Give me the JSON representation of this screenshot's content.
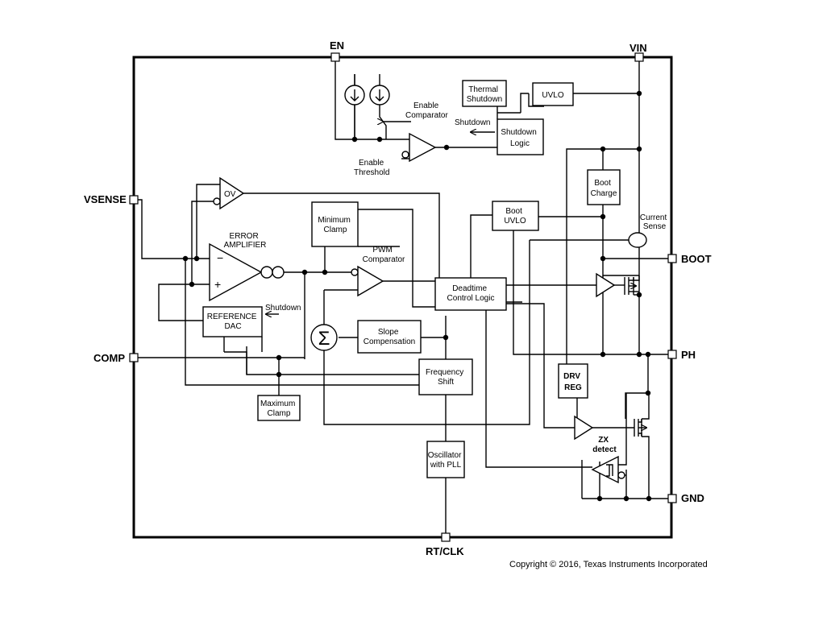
{
  "pins": {
    "en": "EN",
    "vin": "VIN",
    "vsense": "VSENSE",
    "comp": "COMP",
    "boot": "BOOT",
    "ph": "PH",
    "gnd": "GND",
    "rtclk": "RT/CLK"
  },
  "blocks": {
    "thermal_shutdown": [
      "Thermal",
      "Shutdown"
    ],
    "uvlo": "UVLO",
    "shutdown_logic": [
      "Shutdown",
      "Logic"
    ],
    "enable_comparator": [
      "Enable",
      "Comparator"
    ],
    "enable_threshold": [
      "Enable",
      "Threshold"
    ],
    "shutdown_arrow_label": "Shutdown",
    "boot_charge": [
      "Boot",
      "Charge"
    ],
    "current_sense": [
      "Current",
      "Sense"
    ],
    "ov": "OV",
    "minimum_clamp": [
      "Minimum",
      "Clamp"
    ],
    "boot_uvlo": [
      "Boot",
      "UVLO"
    ],
    "error_amplifier": [
      "ERROR",
      "AMPLIFIER"
    ],
    "pwm_comparator": [
      "PWM",
      "Comparator"
    ],
    "deadtime_control": [
      "Deadtime",
      "Control Logic"
    ],
    "reference_dac": [
      "REFERENCE",
      "DAC"
    ],
    "dac_shutdown_label": "Shutdown",
    "sigma": "Σ",
    "slope_compensation": [
      "Slope",
      "Compensation"
    ],
    "frequency_shift": [
      "Frequency",
      "Shift"
    ],
    "drv_reg": [
      "DRV",
      "REG"
    ],
    "zx_detect": [
      "ZX",
      "detect"
    ],
    "maximum_clamp": [
      "Maximum",
      "Clamp"
    ],
    "oscillator": [
      "Oscillator",
      "with PLL"
    ],
    "amp_minus": "−",
    "amp_plus": "+"
  },
  "copyright": "Copyright © 2016, Texas Instruments Incorporated"
}
